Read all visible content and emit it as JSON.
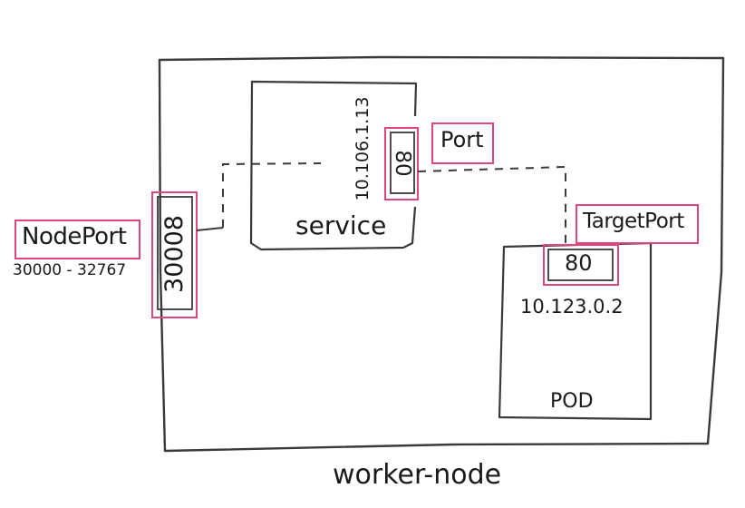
{
  "labels": {
    "worker_node": "worker-node",
    "service": "service",
    "service_ip": "10.106.1.13",
    "service_port_value": "80",
    "port_tag": "Port",
    "target_port_tag": "TargetPort",
    "pod_port_value": "80",
    "pod_ip": "10.123.0.2",
    "pod": "POD",
    "node_port_tag": "NodePort",
    "node_port_range": "30000 - 32767",
    "node_port_value": "30008"
  },
  "colors": {
    "ink": "#3a3a3a",
    "highlight": "#e0457b"
  }
}
